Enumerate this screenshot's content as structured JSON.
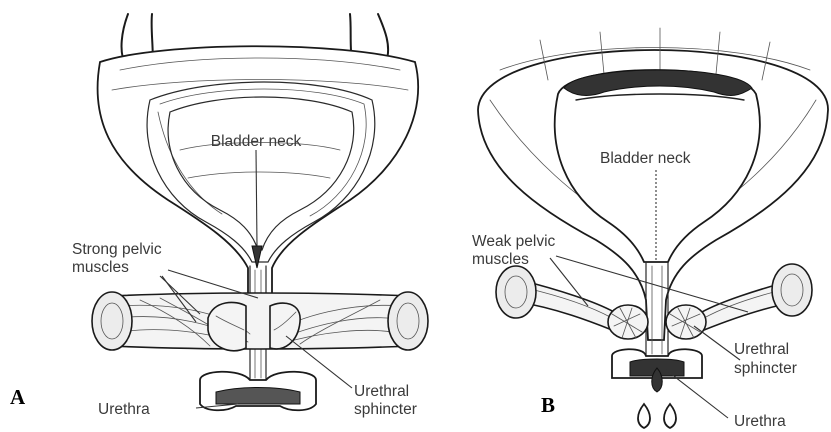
{
  "panels": [
    {
      "id": "A",
      "panel_label": "A",
      "labels": {
        "bladder_neck": "Bladder neck",
        "pelvic_muscles_line1": "Strong pelvic",
        "pelvic_muscles_line2": "muscles",
        "urethra": "Urethra",
        "sphincter_line1": "Urethral",
        "sphincter_line2": "sphincter"
      }
    },
    {
      "id": "B",
      "panel_label": "B",
      "labels": {
        "bladder_neck": "Bladder neck",
        "pelvic_muscles_line1": "Weak pelvic",
        "pelvic_muscles_line2": "muscles",
        "sphincter_line1": "Urethral",
        "sphincter_line2": "sphincter",
        "urethra": "Urethra"
      }
    }
  ]
}
